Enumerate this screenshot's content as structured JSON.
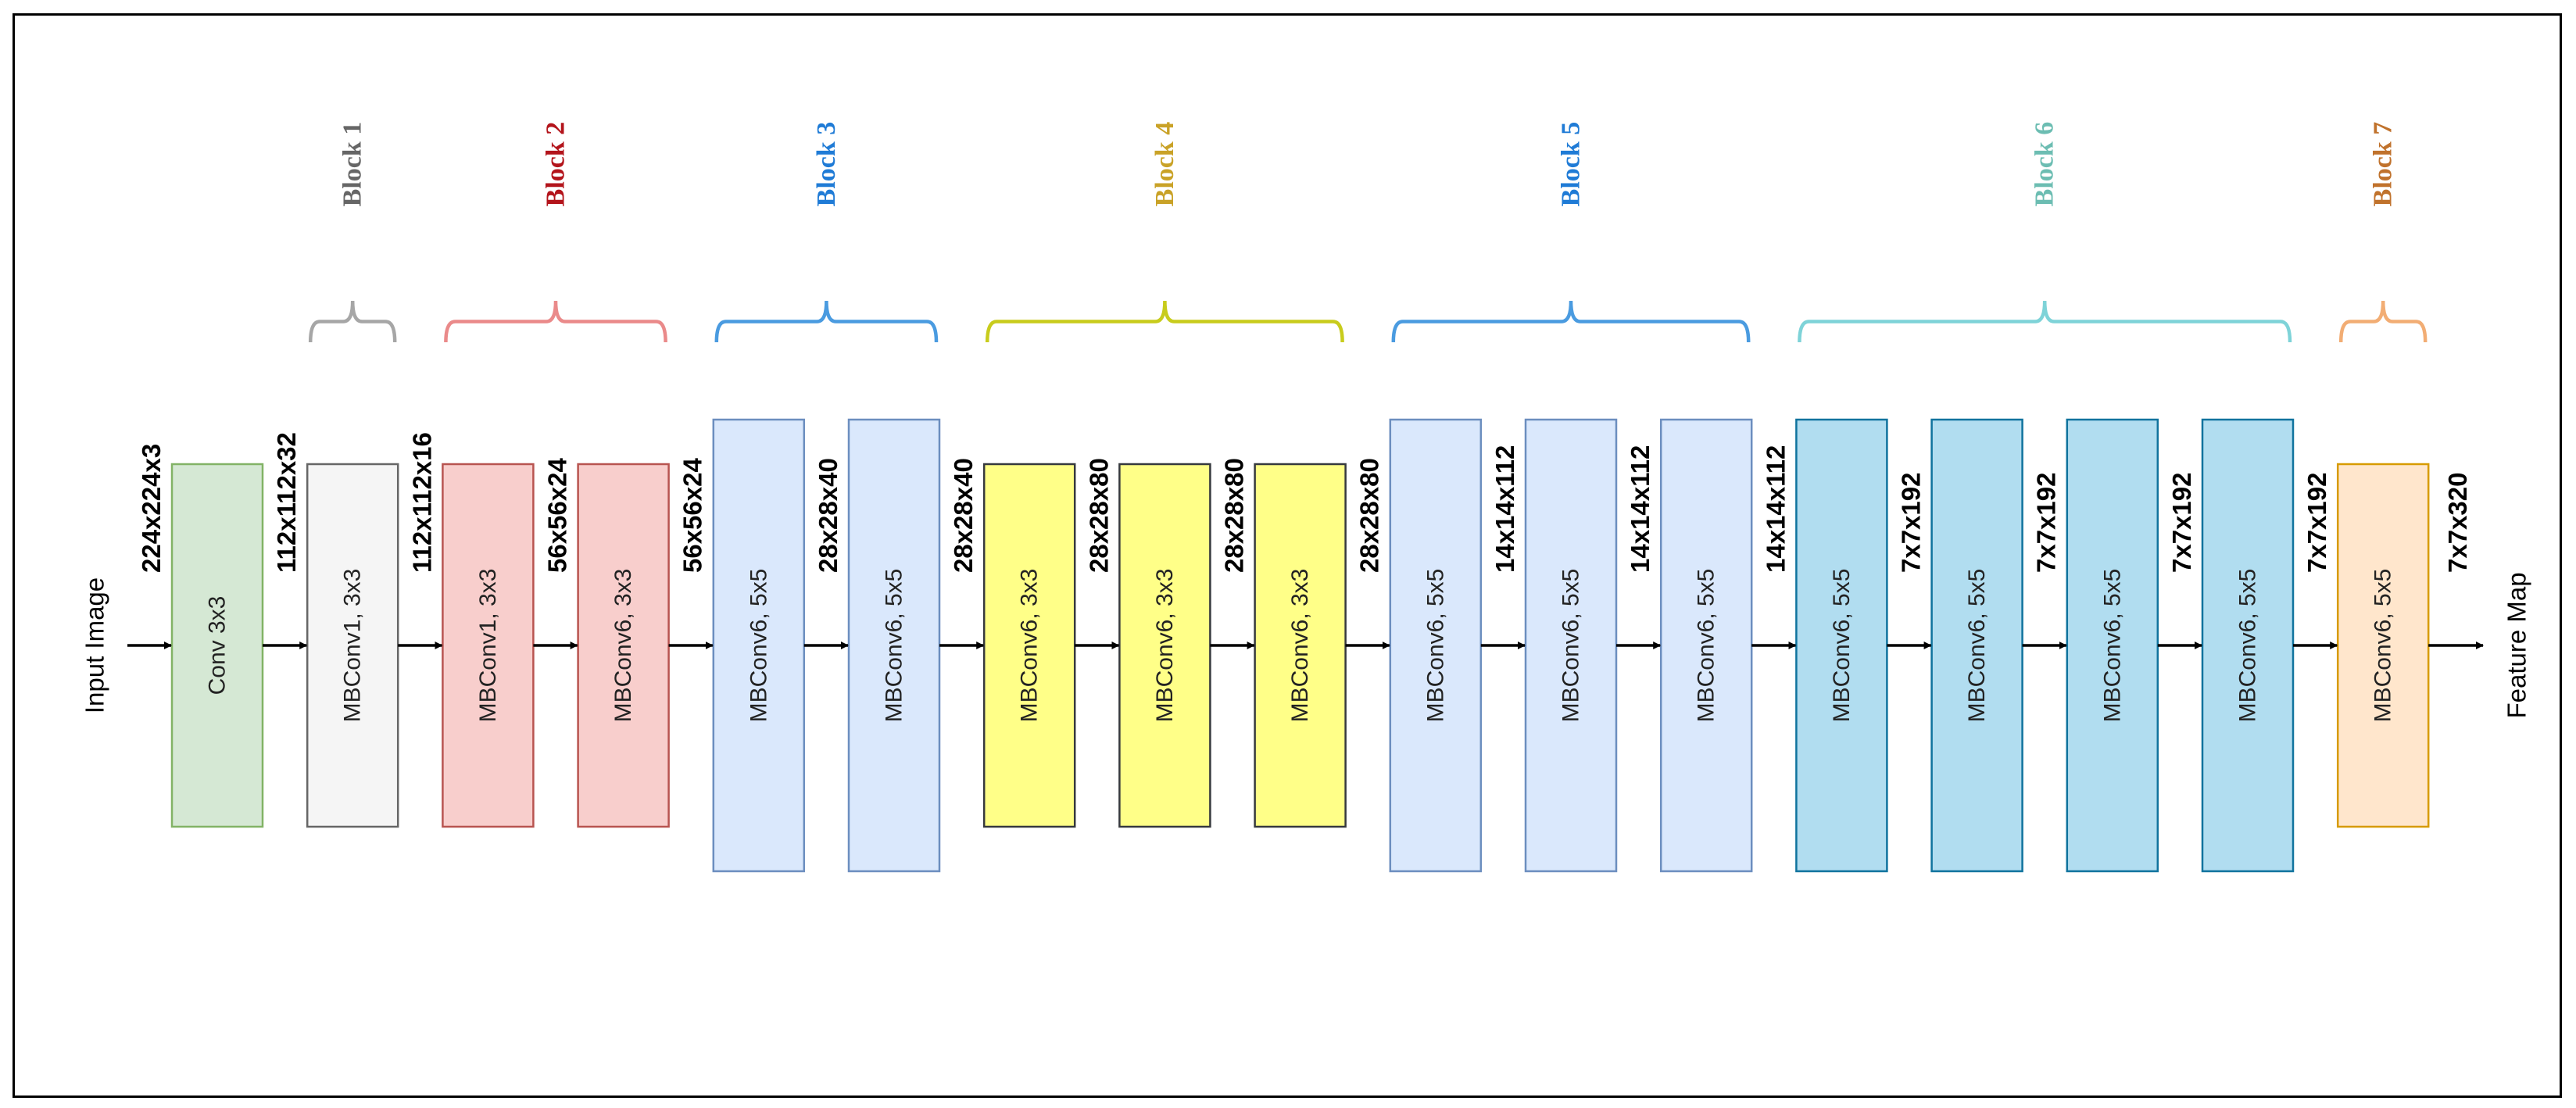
{
  "input_label": "Input Image",
  "output_label": "Feature Map",
  "colors": {
    "conv": {
      "fill": "#d5e8d4",
      "stroke": "#82b366"
    },
    "mb1": {
      "fill": "#f5f5f5",
      "stroke": "#666666"
    },
    "red": {
      "fill": "#f8cecc",
      "stroke": "#b85450"
    },
    "lightblue": {
      "fill": "#dae8fc",
      "stroke": "#6c8ebf"
    },
    "yellow": {
      "fill": "#ffff88",
      "stroke": "#36393d"
    },
    "teal": {
      "fill": "#b1ddf0",
      "stroke": "#10739e"
    },
    "orange": {
      "fill": "#ffe6cc",
      "stroke": "#d79b00"
    }
  },
  "blocks": [
    {
      "title": "Block 1",
      "color": "#666666",
      "brace_color": "#a6a6a6"
    },
    {
      "title": "Block 2",
      "color": "#b3141b",
      "brace_color": "#ea8a8a"
    },
    {
      "title": "Block 3",
      "color": "#1f7bd6",
      "brace_color": "#4a9be0"
    },
    {
      "title": "Block 4",
      "color": "#c9a227",
      "brace_color": "#c8cc1c"
    },
    {
      "title": "Block 5",
      "color": "#1f7bd6",
      "brace_color": "#4a9be0"
    },
    {
      "title": "Block 6",
      "color": "#6cbdb2",
      "brace_color": "#7ed3d8"
    },
    {
      "title": "Block 7",
      "color": "#c0722c",
      "brace_color": "#f2ad74"
    }
  ],
  "layers": [
    {
      "label": "Conv 3x3",
      "style": "conv",
      "block": null
    },
    {
      "label": "MBConv1, 3x3",
      "style": "mb1",
      "block": 0
    },
    {
      "label": "MBConv1, 3x3",
      "style": "red",
      "block": 1
    },
    {
      "label": "MBConv6, 3x3",
      "style": "red",
      "block": 1
    },
    {
      "label": "MBConv6, 5x5",
      "style": "lightblue",
      "block": 2
    },
    {
      "label": "MBConv6, 5x5",
      "style": "lightblue",
      "block": 2
    },
    {
      "label": "MBConv6, 3x3",
      "style": "yellow",
      "block": 3
    },
    {
      "label": "MBConv6, 3x3",
      "style": "yellow",
      "block": 3
    },
    {
      "label": "MBConv6, 3x3",
      "style": "yellow",
      "block": 3
    },
    {
      "label": "MBConv6, 5x5",
      "style": "lightblue",
      "block": 4
    },
    {
      "label": "MBConv6, 5x5",
      "style": "lightblue",
      "block": 4
    },
    {
      "label": "MBConv6, 5x5",
      "style": "lightblue",
      "block": 4
    },
    {
      "label": "MBConv6, 5x5",
      "style": "teal",
      "block": 5
    },
    {
      "label": "MBConv6, 5x5",
      "style": "teal",
      "block": 5
    },
    {
      "label": "MBConv6, 5x5",
      "style": "teal",
      "block": 5
    },
    {
      "label": "MBConv6, 5x5",
      "style": "teal",
      "block": 5
    },
    {
      "label": "MBConv6, 5x5",
      "style": "orange",
      "block": 6
    }
  ],
  "dims": [
    "224x224x3",
    "112x112x32",
    "112x112x16",
    "56x56x24",
    "56x56x24",
    "28x28x40",
    "28x28x40",
    "28x28x80",
    "28x28x80",
    "28x28x80",
    "14x14x112",
    "14x14x112",
    "14x14x112",
    "7x7x192",
    "7x7x192",
    "7x7x192",
    "7x7x192",
    "7x7x320"
  ]
}
